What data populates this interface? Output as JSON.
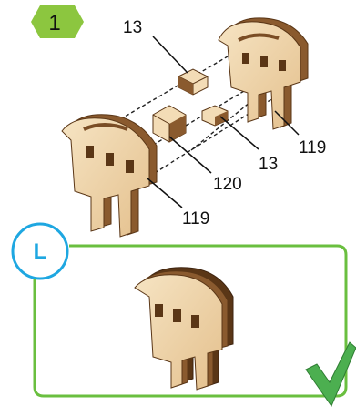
{
  "step": {
    "number": "1",
    "badge_color": "#8cc63f"
  },
  "callouts": [
    {
      "id": "top-peg",
      "text": "13"
    },
    {
      "id": "right-post",
      "text": "119"
    },
    {
      "id": "small-peg",
      "text": "13"
    },
    {
      "id": "center-block",
      "text": "120"
    },
    {
      "id": "left-post",
      "text": "119"
    }
  ],
  "result_panel": {
    "badge_letter": "L",
    "badge_color": "#1ea7e1",
    "frame_color": "#6abf3f",
    "check_color": "#4caf50",
    "check_icon": "checkmark-icon"
  },
  "colors": {
    "wood_light": "#f3dcb6",
    "wood_mid": "#e8c695",
    "wood_dark": "#8a5a2e",
    "wood_edge": "#5a3616"
  }
}
